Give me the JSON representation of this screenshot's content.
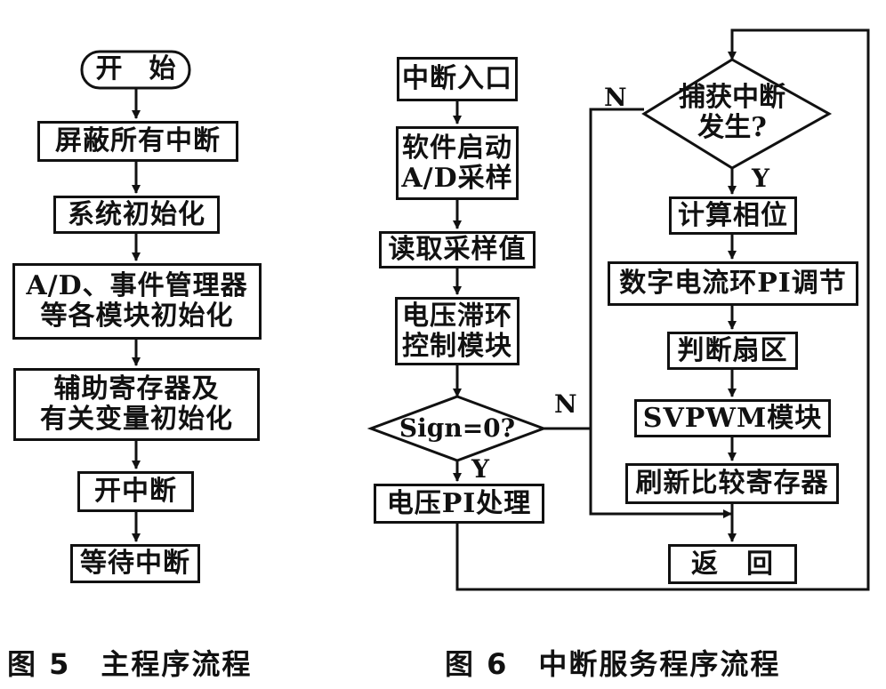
{
  "fig5": {
    "start": "开　始",
    "step1": "屏蔽所有中断",
    "step2": "系统初始化",
    "step3_line1": "A/D、事件管理器",
    "step3_line2": "等各模块初始化",
    "step4_line1": "辅助寄存器及",
    "step4_line2": "有关变量初始化",
    "step5": "开中断",
    "step6": "等待中断",
    "caption": "图 5　主程序流程"
  },
  "fig6": {
    "entry": "中断入口",
    "adc_line1": "软件启动",
    "adc_line2": "A/D采样",
    "read": "读取采样值",
    "hyst_line1": "电压滞环",
    "hyst_line2": "控制模块",
    "decision": "Sign=0?",
    "pi": "电压PI处理",
    "capture_line1": "捕获中断",
    "capture_line2": "发生?",
    "phase": "计算相位",
    "current_pi": "数字电流环PI调节",
    "sector": "判断扇区",
    "svpwm": "SVPWM模块",
    "refresh": "刷新比较寄存器",
    "return": "返　回",
    "yes": "Y",
    "no": "N",
    "caption": "图 6　中断服务程序流程"
  }
}
